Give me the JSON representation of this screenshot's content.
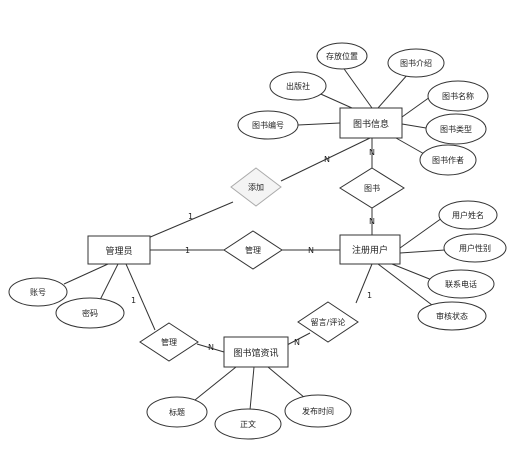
{
  "entities": {
    "book_info": "图书信息",
    "admin": "管理员",
    "reg_user": "注册用户",
    "news": "图书馆资讯"
  },
  "attributes": {
    "storage_location": "存放位置",
    "book_intro": "图书介绍",
    "publisher": "出版社",
    "book_name": "图书名称",
    "book_number": "图书编号",
    "book_type": "图书类型",
    "book_author": "图书作者",
    "user_name": "用户姓名",
    "user_gender": "用户性别",
    "phone": "联系电话",
    "review_status": "审核状态",
    "account": "账号",
    "password": "密码",
    "title": "标题",
    "body": "正文",
    "publish_time": "发布时间"
  },
  "relationships": {
    "add_book": "添加",
    "manage_user": "管理",
    "manage_news": "管理",
    "borrow": "图书",
    "comment": "留言/评论"
  },
  "cardinalities": {
    "admin_add": "1",
    "add_book": "N",
    "admin_manage": "1",
    "manage_user": "N",
    "book_borrow": "N",
    "borrow_user": "N",
    "admin_manage_news": "1",
    "manage_news_news": "N",
    "comment_user": "1",
    "comment_news": "N"
  }
}
